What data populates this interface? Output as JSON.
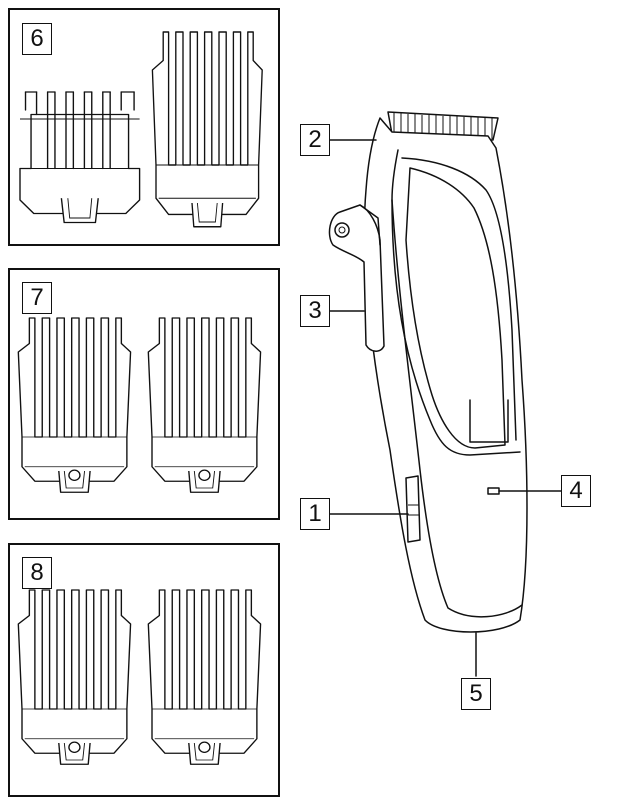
{
  "panels": [
    {
      "label": "6"
    },
    {
      "label": "7"
    },
    {
      "label": "8"
    }
  ],
  "callouts": [
    {
      "label": "1"
    },
    {
      "label": "2"
    },
    {
      "label": "3"
    },
    {
      "label": "4"
    },
    {
      "label": "5"
    }
  ]
}
